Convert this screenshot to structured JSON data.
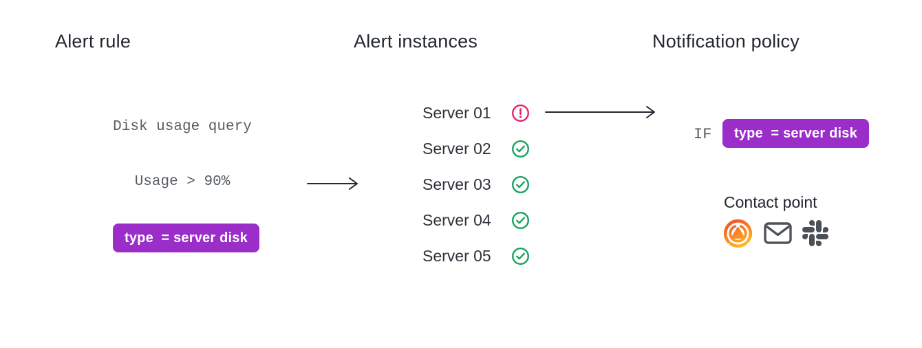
{
  "diagram": {
    "alert_rule": {
      "title": "Alert rule",
      "query_label": "Disk usage query",
      "condition_label": "Usage > 90%",
      "label_badge": "type  = server disk"
    },
    "alert_instances": {
      "title": "Alert instances",
      "instances": [
        {
          "name": "Server 01",
          "status": "firing"
        },
        {
          "name": "Server 02",
          "status": "normal"
        },
        {
          "name": "Server 03",
          "status": "normal"
        },
        {
          "name": "Server 04",
          "status": "normal"
        },
        {
          "name": "Server 05",
          "status": "normal"
        }
      ]
    },
    "notification_policy": {
      "title": "Notification policy",
      "matcher_prefix": "IF",
      "matcher_badge": "type  = server disk",
      "contact_point_label": "Contact point",
      "contact_point_icons": [
        "grafana-alerting-icon",
        "email-icon",
        "slack-icon"
      ]
    },
    "colors": {
      "badge_purple": "#9b2dc9",
      "firing_pink": "#e5246d",
      "ok_green": "#18a35c",
      "text_dark": "#23272e",
      "mono_gray": "#565c63",
      "icon_gray": "#4e545a",
      "alerting_orange_top": "#f3512a",
      "alerting_orange_bottom": "#fcc32f"
    }
  }
}
